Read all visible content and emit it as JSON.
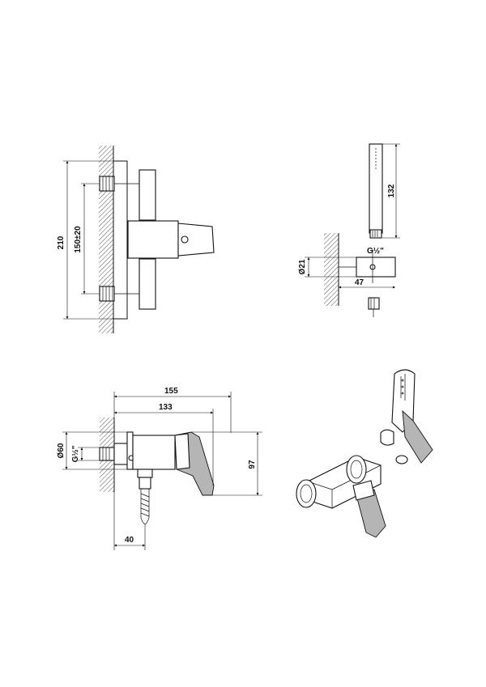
{
  "views": {
    "front": {
      "dims": {
        "overall_height": "210",
        "inlet_spacing": "150±20"
      }
    },
    "hand_shower": {
      "dims": {
        "length": "132",
        "thread": "G½\"",
        "diameter": "Ø21",
        "depth": "47"
      }
    },
    "side": {
      "dims": {
        "width_max": "155",
        "width_body": "133",
        "diameter": "Ø60",
        "thread": "G½\"",
        "height": "97",
        "outlet_offset": "40"
      }
    },
    "iso": {}
  },
  "colors": {
    "line": "#111111",
    "hatch": "#555555",
    "handle_fill": "#b5b5b5",
    "background": "#ffffff"
  }
}
